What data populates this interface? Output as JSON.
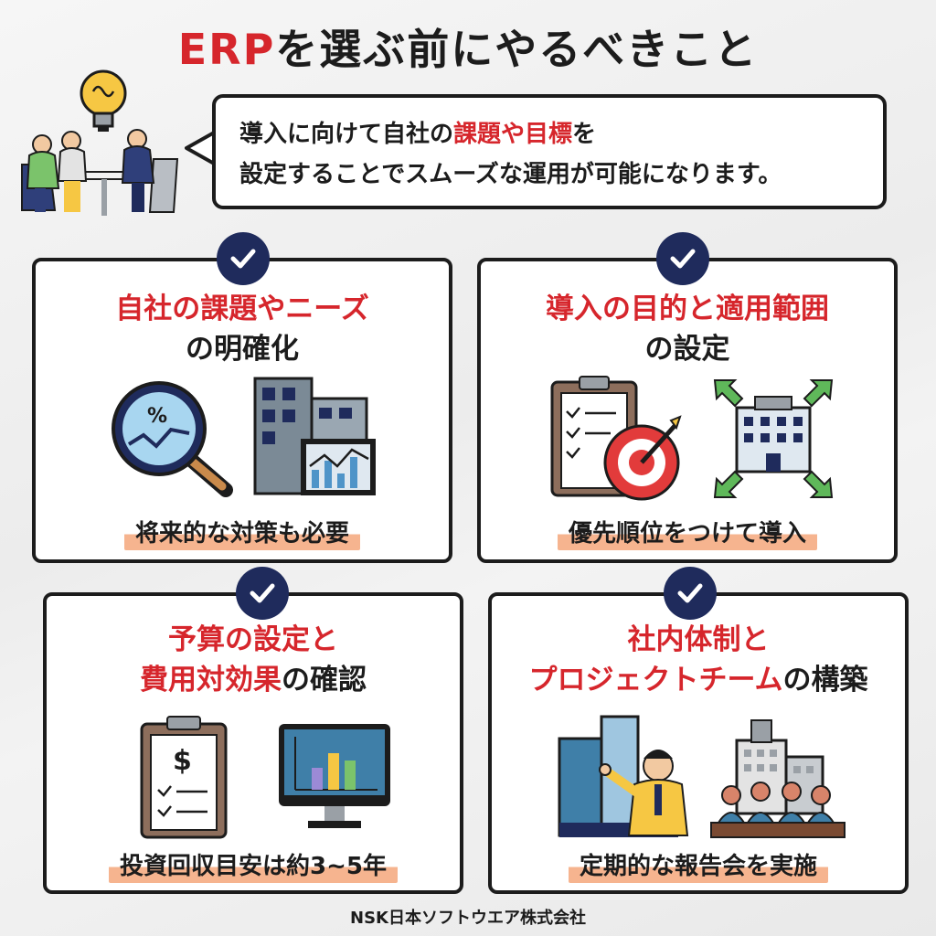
{
  "title": {
    "accent": "ERP",
    "rest": "を選ぶ前にやるべきこと"
  },
  "intro": {
    "line1_a": "導入に向けて自社の",
    "line1_red": "課題や目標",
    "line1_b": "を",
    "line2": "設定することでスムーズな運用が可能になります。"
  },
  "cards": [
    {
      "title_red": "自社の課題やニーズ",
      "title_black": "の明確化",
      "note": "将来的な対策も必要"
    },
    {
      "title_red": "導入の目的と適用範囲",
      "title_black": "の設定",
      "note": "優先順位をつけて導入"
    },
    {
      "title_red1": "予算の設定と",
      "title_red2": "費用対効果",
      "title_black": "の確認",
      "note": "投資回収目安は約3~5年"
    },
    {
      "title_red1": "社内体制と",
      "title_red2": "プロジェクトチーム",
      "title_black": "の構築",
      "note": "定期的な報告会を実施"
    }
  ],
  "icons": {
    "percent_symbol": "%",
    "dollar_symbol": "$"
  },
  "footer": "NSK日本ソフトウエア株式会社",
  "colors": {
    "accent_red": "#d6262c",
    "check_navy": "#1f2b5c",
    "highlight": "#f6b48f"
  }
}
